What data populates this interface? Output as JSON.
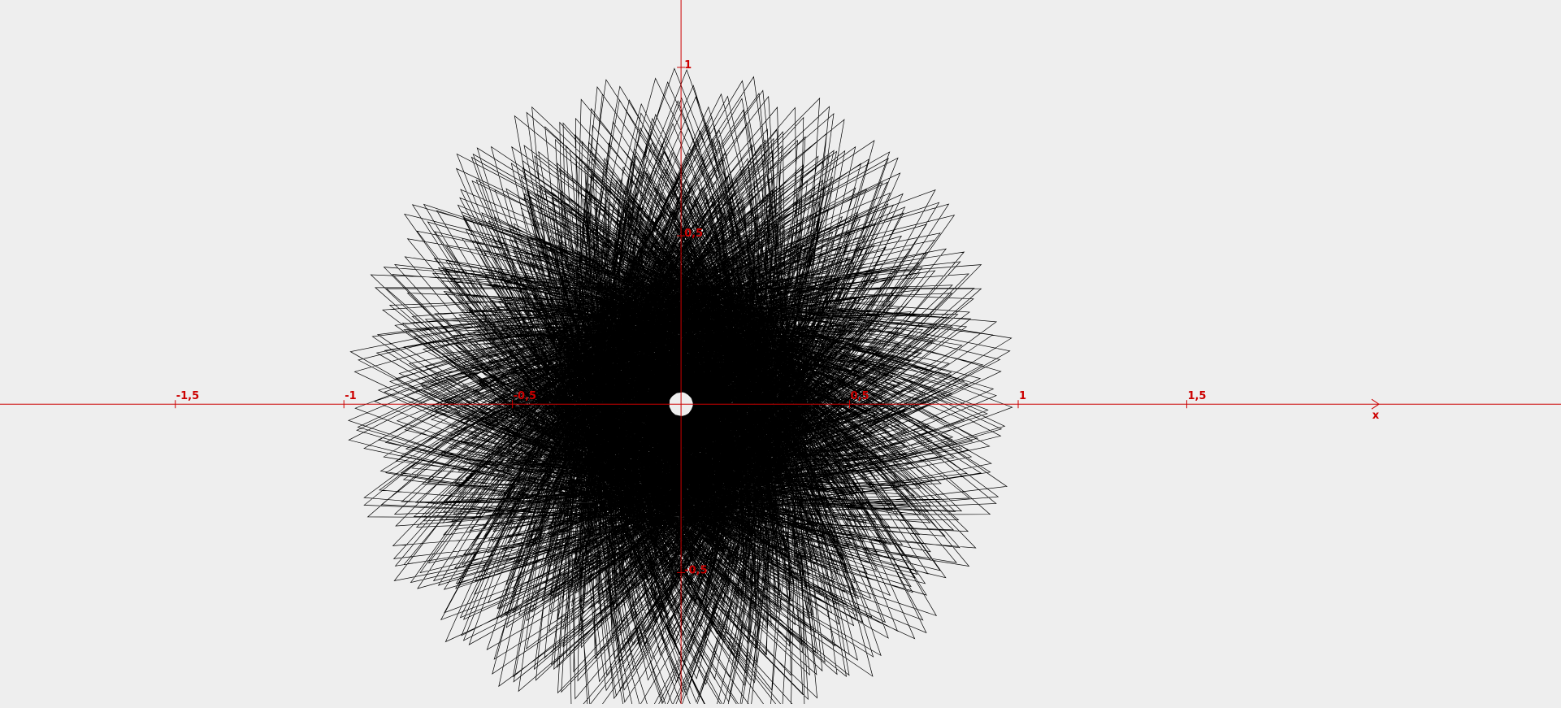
{
  "canvas": {
    "background": "#eeeeee"
  },
  "chart_data": {
    "type": "line",
    "title": "",
    "xlabel": "x",
    "ylabel": "",
    "xlim": [
      -2.02,
      2.61
    ],
    "ylim": [
      -0.89,
      1.2
    ],
    "grid": false,
    "axis_color": "#cc0000",
    "curve_color": "#000000",
    "x_ticks": [
      {
        "value": -1.5,
        "label": "-1,5"
      },
      {
        "value": -1.0,
        "label": "-1"
      },
      {
        "value": -0.5,
        "label": "-0,5"
      },
      {
        "value": 0.5,
        "label": "0,5"
      },
      {
        "value": 1.0,
        "label": "1"
      },
      {
        "value": 1.5,
        "label": "1,5"
      }
    ],
    "y_ticks": [
      {
        "value": 1.0,
        "label": "1"
      },
      {
        "value": 0.5,
        "label": "0,5"
      },
      {
        "value": -0.5,
        "label": "-0,5"
      }
    ],
    "series": [
      {
        "curve": "rose-like polar curve r = 0.6 + 0.4·sin(8.617·θ), θ from 0 to 720π",
        "r_max": 1.0,
        "r_min": 0.03,
        "steps": 3600
      }
    ]
  }
}
